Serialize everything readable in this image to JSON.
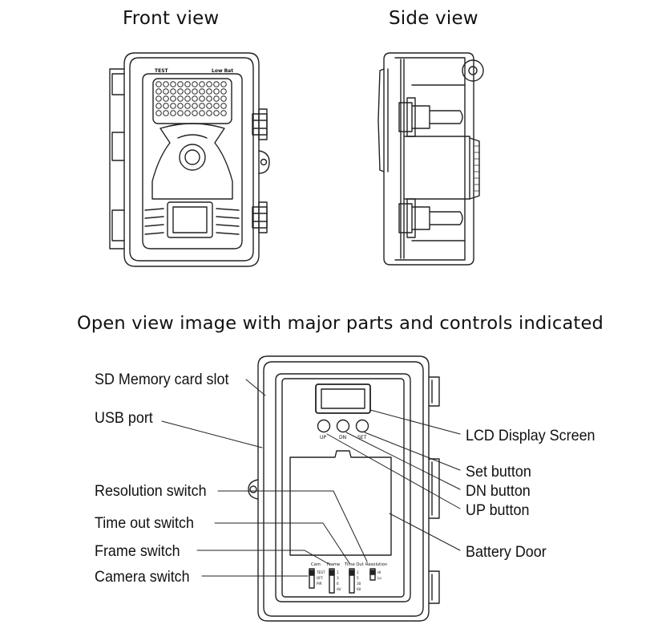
{
  "headings": {
    "front": "Front view",
    "side": "Side view",
    "open": "Open view image with major parts and controls indicated"
  },
  "front_marks": {
    "test": "TEST",
    "low_bat": "Low Bat"
  },
  "callouts_left": {
    "sd_slot": "SD Memory card slot",
    "usb_port": "USB port",
    "resolution_switch": "Resolution switch",
    "time_out_switch": "Time out switch",
    "frame_switch": "Frame switch",
    "camera_switch": "Camera switch"
  },
  "callouts_right": {
    "lcd": "LCD Display Screen",
    "set_button": "Set button",
    "dn_button": "DN button",
    "up_button": "UP button",
    "battery_door": "Battery Door"
  },
  "panel_marks": {
    "btn_up": "UP",
    "btn_dn": "DN",
    "btn_set": "SET",
    "cam": "Cam",
    "frame": "Frame",
    "time_out": "Time Out",
    "resolution": "Resolution",
    "cam_test": "TEST",
    "cam_off": "OFF",
    "cam_pir": "PIR",
    "frame_1": "1",
    "frame_3": "3",
    "frame_6": "6",
    "frame_av": "AV",
    "to_1": "1",
    "to_5": "5",
    "to_30": "30",
    "to_60": "60",
    "res_hi": "HI",
    "res_lo": "Lo"
  }
}
